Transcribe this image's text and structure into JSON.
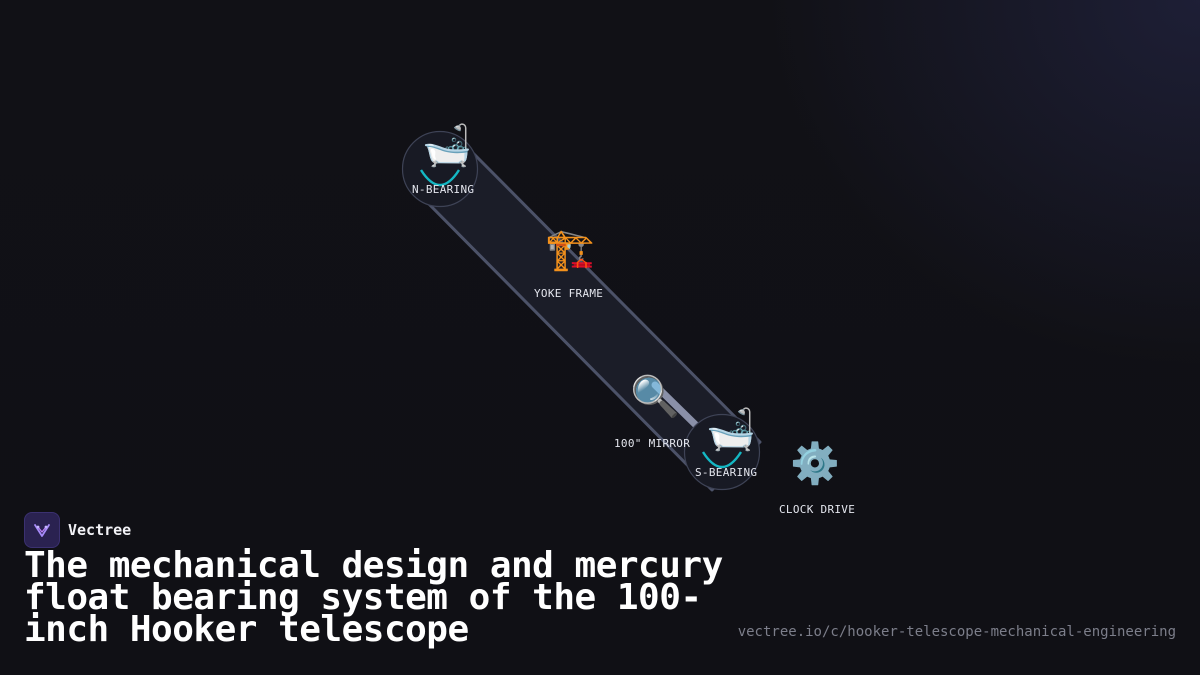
{
  "nodes": {
    "n_bearing": {
      "label": "N-BEARING",
      "icon": "bathtub-icon",
      "glyph": "🛁"
    },
    "yoke_frame": {
      "label": "YOKE FRAME",
      "icon": "crane-icon",
      "glyph": "🏗️"
    },
    "mirror": {
      "label": "100\" MIRROR",
      "icon": "magnifier-icon",
      "glyph": "🔍"
    },
    "s_bearing": {
      "label": "S-BEARING",
      "icon": "bathtub-icon",
      "glyph": "🛁"
    },
    "clock_drive": {
      "label": "CLOCK DRIVE",
      "icon": "gear-icon",
      "glyph": "⚙️"
    }
  },
  "brand": {
    "name": "Vectree"
  },
  "title": "The mechanical design and mercury float bearing system of the 100-inch Hooker telescope",
  "source_url": "vectree.io/c/hooker-telescope-mechanical-engineering",
  "colors": {
    "background": "#111116",
    "yoke": "#1c1e2a",
    "yoke_outline": "#4a5068",
    "bearing_arc": "#14b8c4",
    "brand_accent": "#8b5cf6"
  }
}
